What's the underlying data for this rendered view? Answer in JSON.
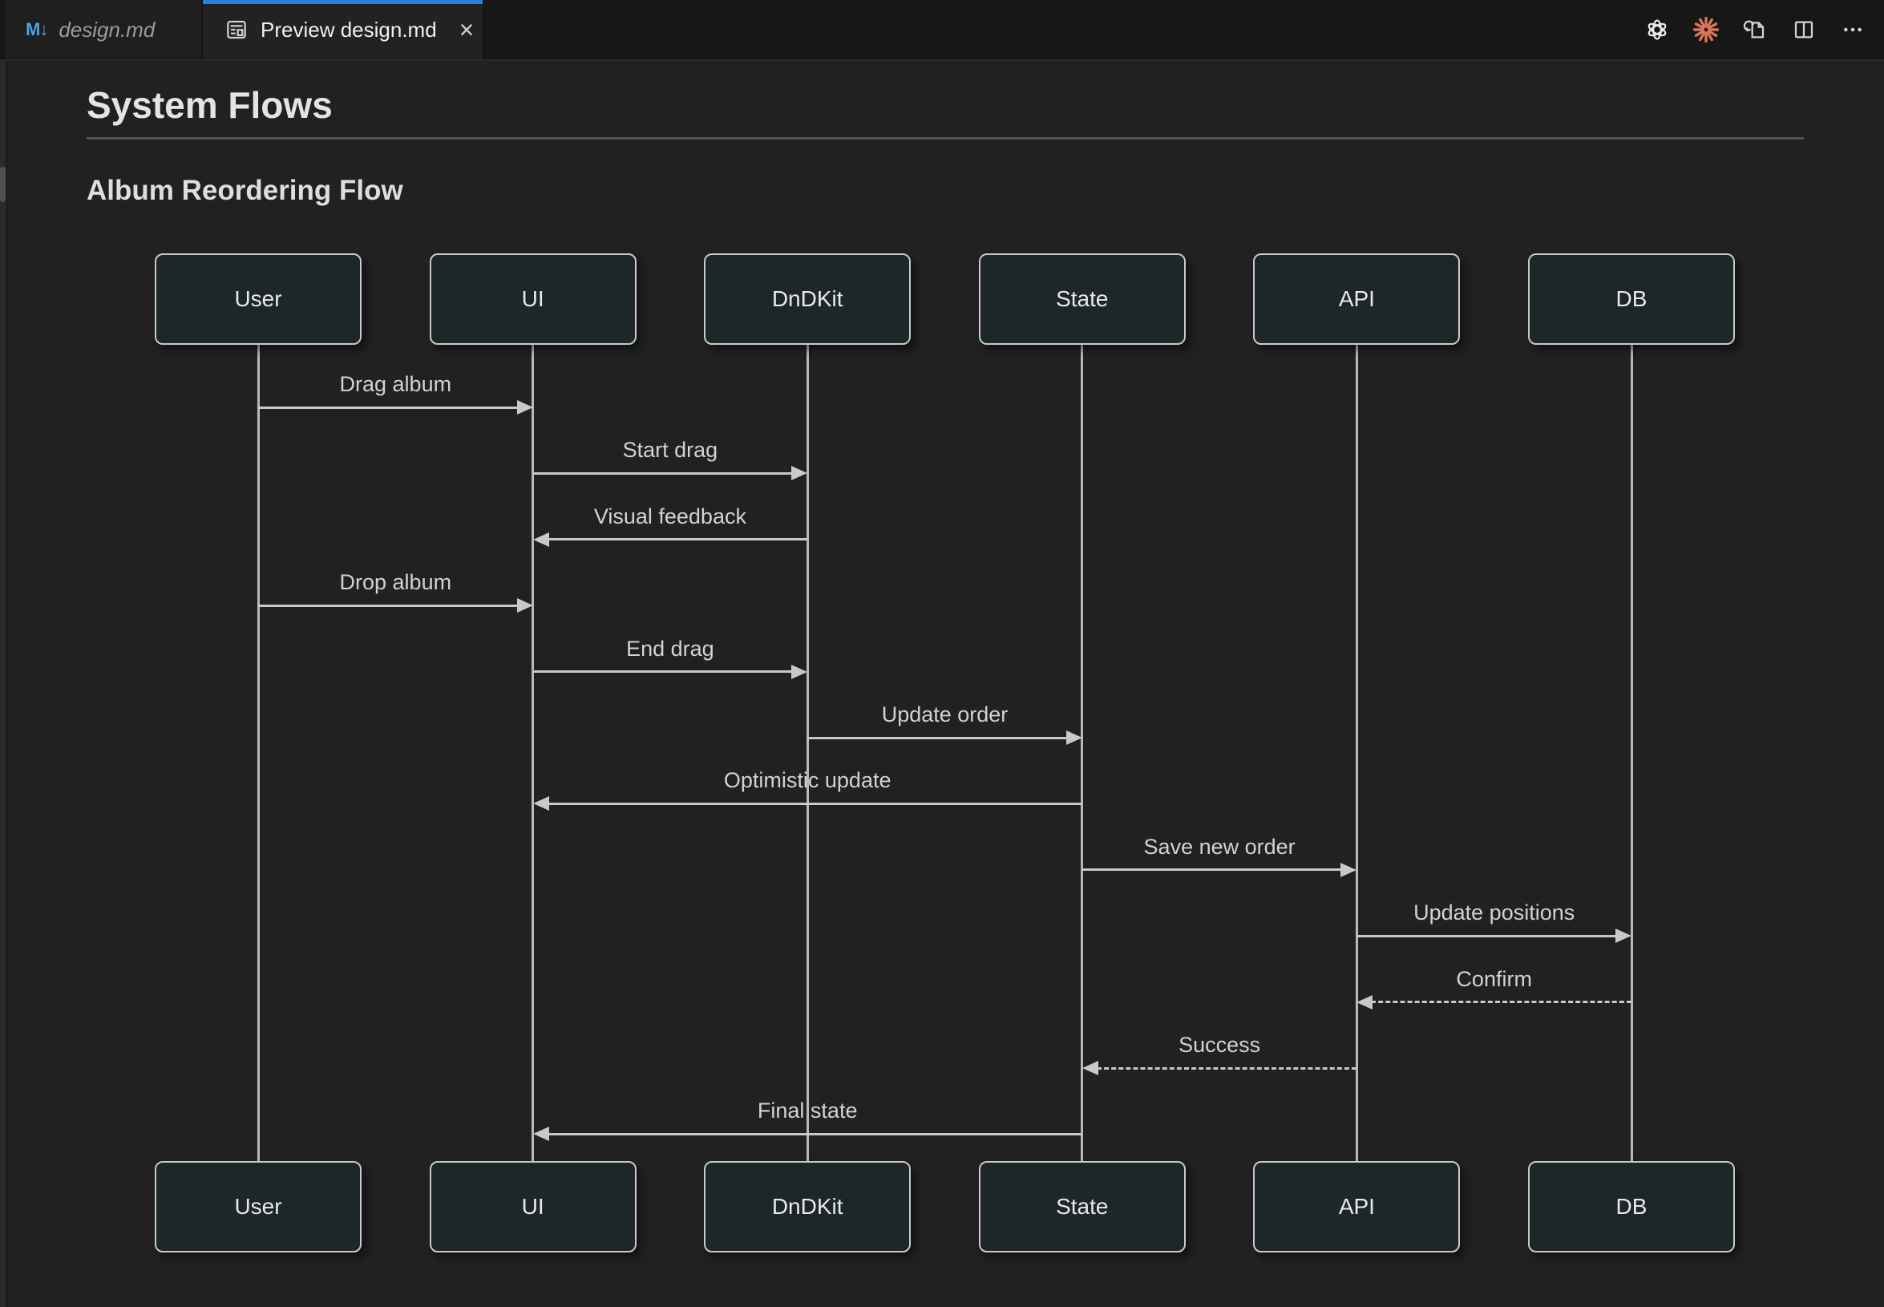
{
  "tabs": [
    {
      "label": "design.md",
      "icon_m": "M",
      "icon_arrow": "↓"
    },
    {
      "label": "Preview design.md",
      "close_glyph": "×"
    }
  ],
  "preview": {
    "title": "System Flows",
    "section": "Album Reordering Flow"
  },
  "diagram": {
    "participants": [
      "User",
      "UI",
      "DnDKit",
      "State",
      "API",
      "DB"
    ],
    "messages": [
      {
        "from": "User",
        "to": "UI",
        "label": "Drag album",
        "line": "solid"
      },
      {
        "from": "UI",
        "to": "DnDKit",
        "label": "Start drag",
        "line": "solid"
      },
      {
        "from": "DnDKit",
        "to": "UI",
        "label": "Visual feedback",
        "line": "solid"
      },
      {
        "from": "User",
        "to": "UI",
        "label": "Drop album",
        "line": "solid"
      },
      {
        "from": "UI",
        "to": "DnDKit",
        "label": "End drag",
        "line": "solid"
      },
      {
        "from": "DnDKit",
        "to": "State",
        "label": "Update order",
        "line": "solid"
      },
      {
        "from": "State",
        "to": "UI",
        "label": "Optimistic update",
        "line": "solid"
      },
      {
        "from": "State",
        "to": "API",
        "label": "Save new order",
        "line": "solid"
      },
      {
        "from": "API",
        "to": "DB",
        "label": "Update positions",
        "line": "solid"
      },
      {
        "from": "DB",
        "to": "API",
        "label": "Confirm",
        "line": "dashed"
      },
      {
        "from": "API",
        "to": "State",
        "label": "Success",
        "line": "dashed"
      },
      {
        "from": "State",
        "to": "UI",
        "label": "Final state",
        "line": "solid"
      }
    ]
  },
  "colors": {
    "tab_accent_blue": "#3080d8",
    "claude_orange": "#d97757",
    "markdown_icon_blue": "#4fa3e0",
    "actor_fill": "#1d2628",
    "actor_border": "#c9c9c9",
    "arrow_line": "#c9c9c9",
    "preview_bg": "#212121",
    "tabbar_bg": "#171717"
  }
}
